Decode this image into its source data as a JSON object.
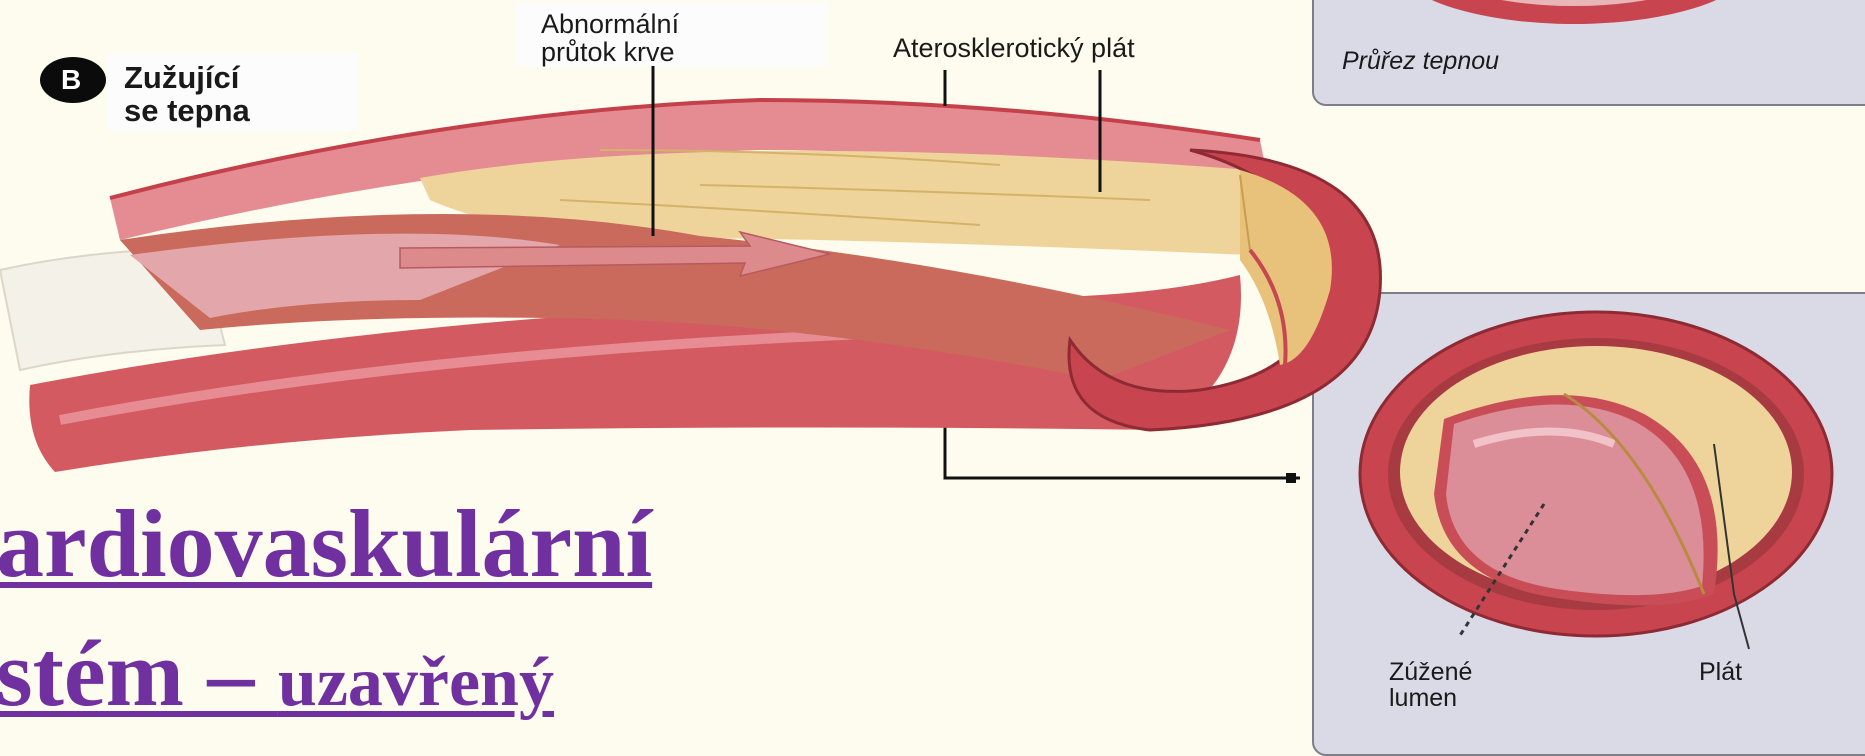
{
  "panel_marker": "B",
  "panel_title_line1": "Zužující",
  "panel_title_line2": "se tepna",
  "flow_label_line1": "Abnormální",
  "flow_label_line2": "průtok krve",
  "plaque_label": "Aterosklerotický plát",
  "cross_section_caption": "Průřez tepnou",
  "lumen_label_line1": "Zúžené",
  "lumen_label_line2": "lumen",
  "plaque_short_label": "Plát",
  "heading_line1": "ardiovaskulární",
  "heading_line2_main": "stém – ",
  "heading_line2_small": "uzavřený",
  "colors": {
    "background": "#fdfcee",
    "artery_wall": "#d45a62",
    "plaque": "#eed49a",
    "heading": "#7030a0",
    "panel": "#d9dae5"
  }
}
